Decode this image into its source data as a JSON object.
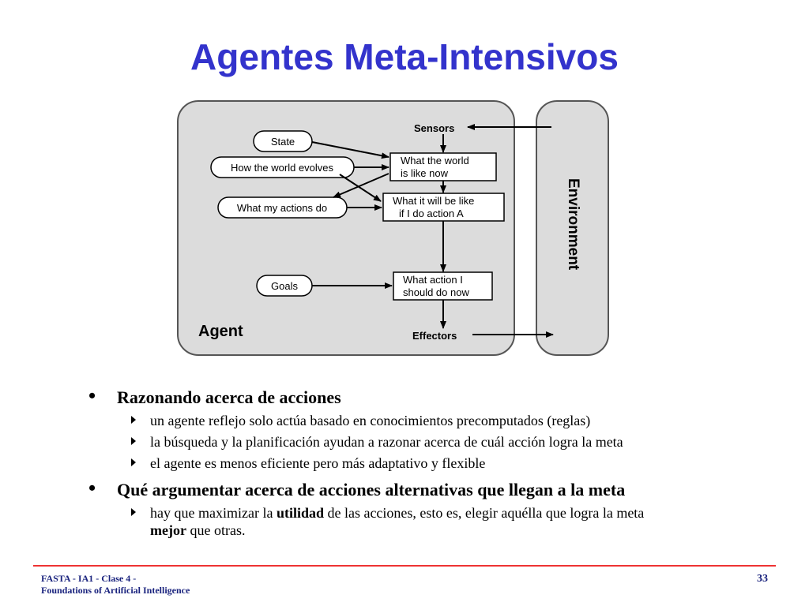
{
  "slide": {
    "title": "Agentes Meta-Intensivos"
  },
  "diagram": {
    "sensors": "Sensors",
    "effectors": "Effectors",
    "agent": "Agent",
    "environment": "Environment",
    "state": "State",
    "world_evolves": "How the world evolves",
    "actions_do": "What my actions do",
    "goals": "Goals",
    "world_now_1": "What the world",
    "world_now_2": "is like now",
    "will_be_1": "What it will be like",
    "will_be_2": "if I do action A",
    "action_now_1": "What action I",
    "action_now_2": "should do now"
  },
  "bullets": [
    {
      "text": "Razonando acerca de acciones",
      "subs": [
        "un agente reflejo solo actúa basado en conocimientos precomputados (reglas)",
        "la búsqueda y  la planificación ayudan a razonar acerca de cuál acción logra la meta",
        "el agente es menos eficiente pero más adaptativo y flexible"
      ]
    },
    {
      "text": "Qué argumentar acerca de acciones alternativas que llegan a la meta",
      "sub_pre": "hay que maximizar la ",
      "sub_bold": "utilidad",
      "sub_mid": " de las acciones, esto es, elegir aquélla  que logra la meta",
      "sub_bold2": "mejor",
      "sub_post": " que otras."
    }
  ],
  "footer": {
    "line1": "FASTA - IA1 - Clase 4 -",
    "line2": "Foundations of Artificial Intelligence",
    "page": "33"
  },
  "colors": {
    "title": "#3333cc",
    "footer_text": "#1a237e",
    "footer_line": "#ee3333",
    "panel": "#dcdcdc"
  }
}
